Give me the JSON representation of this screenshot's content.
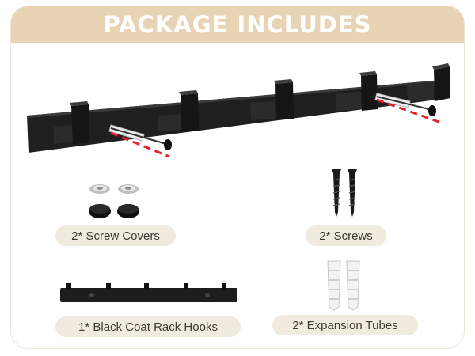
{
  "header": {
    "title": "PACKAGE INCLUDES"
  },
  "items": [
    {
      "label": "2* Screw Covers"
    },
    {
      "label": "2* Screws"
    },
    {
      "label": "1* Black Coat Rack Hooks"
    },
    {
      "label": "2* Expansion Tubes"
    }
  ],
  "colors": {
    "banner": "#e8d4b5",
    "label_bg": "#f1ebdf",
    "rack": "#1e1e1e",
    "dashed_guide": "#e0242a"
  },
  "icons": [
    "coat-rack-hooks-illustration",
    "screw-cover-icon",
    "screw-icon",
    "expansion-tube-icon"
  ]
}
